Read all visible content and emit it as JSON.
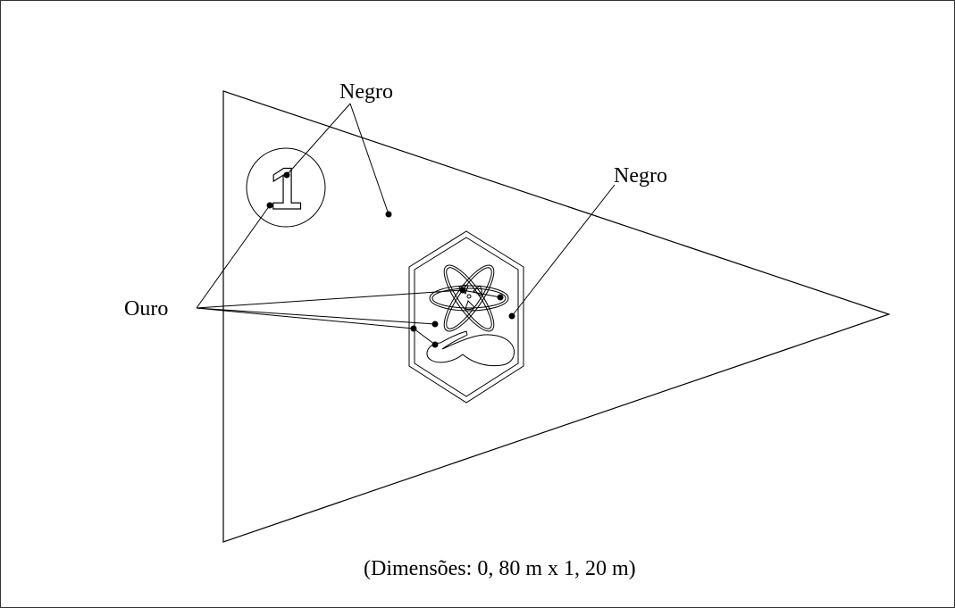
{
  "labels": {
    "negro_top": "Negro",
    "negro_right": "Negro",
    "ouro": "Ouro",
    "dimensions": "(Dimensões: 0, 80 m x 1, 20 m)"
  },
  "emblem": {
    "number": "1"
  },
  "colors": {
    "stroke": "#000000",
    "background": "#ffffff"
  }
}
